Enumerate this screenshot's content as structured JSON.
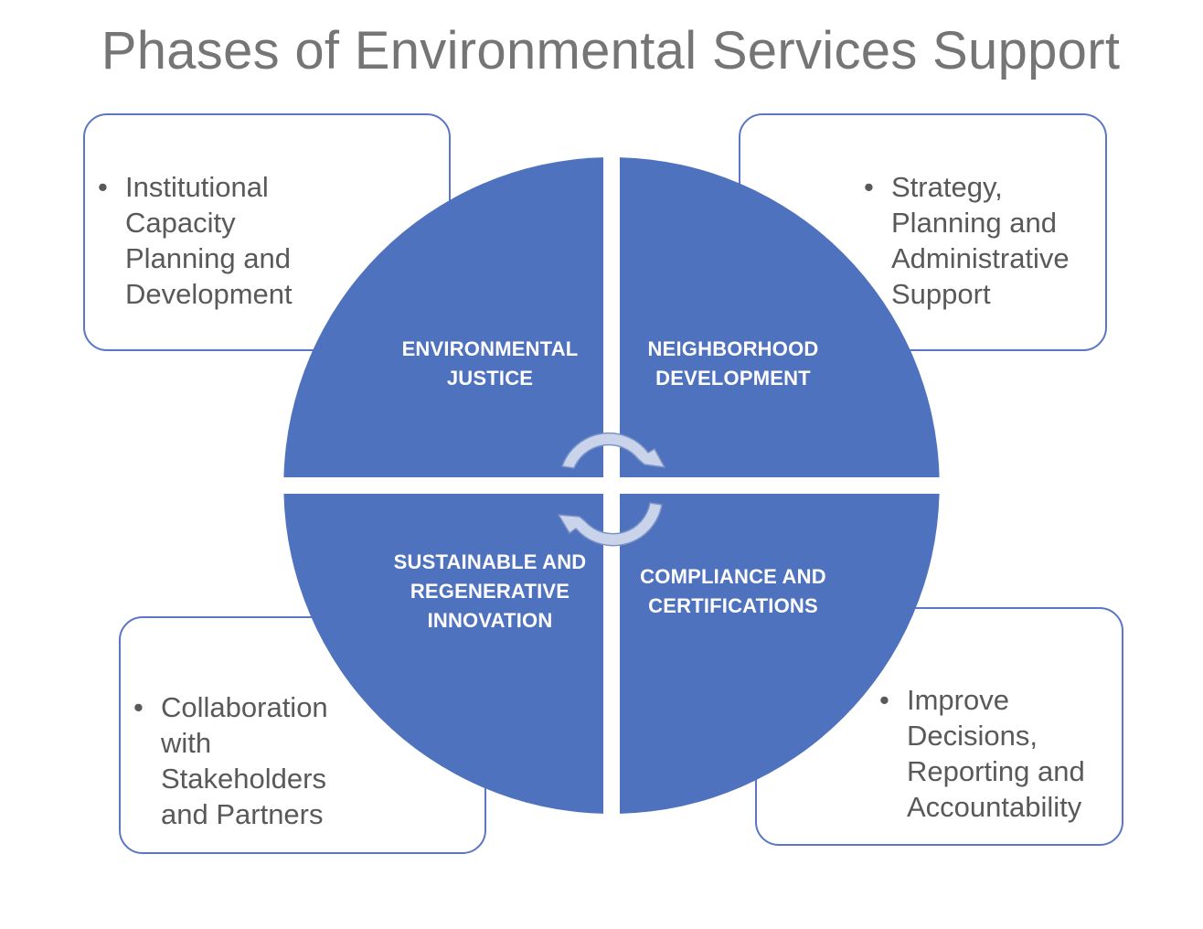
{
  "title": "Phases of Environmental Services Support",
  "colors": {
    "quadrant_fill": "#4f72bf",
    "box_border": "#5a76c4",
    "arrow_fill": "#c9d3ea",
    "title_text": "#757575",
    "body_text": "#595959"
  },
  "quadrants": {
    "top_left": "ENVIRONMENTAL JUSTICE",
    "top_right": "NEIGHBORHOOD DEVELOPMENT",
    "bottom_left": "SUSTAINABLE AND REGENERATIVE INNOVATION",
    "bottom_right": "COMPLIANCE AND CERTIFICATIONS"
  },
  "boxes": {
    "top_left": "Institutional Capacity Planning and Development",
    "top_right": "Strategy, Planning and Administrative Support",
    "bottom_left": "Collaboration with Stakeholders and Partners",
    "bottom_right": "Improve Decisions, Reporting and Accountability"
  },
  "icons": {
    "cycle": "circular-arrows-icon"
  }
}
